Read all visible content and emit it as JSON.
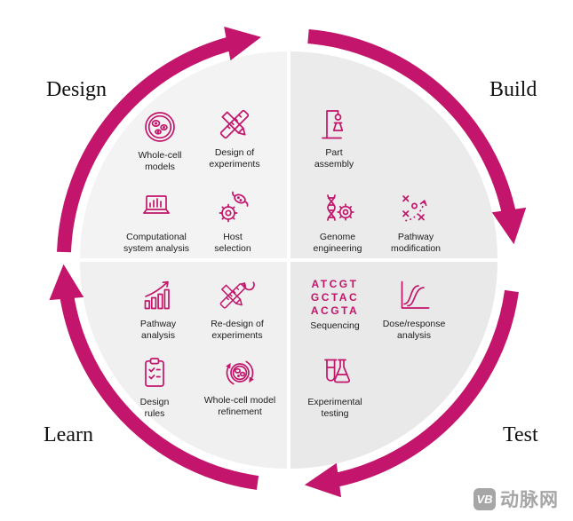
{
  "colors": {
    "accent": "#c2156b",
    "quad_tl": "#f3f3f3",
    "quad_tr": "#ebebeb",
    "quad_br": "#e9e9e9",
    "quad_bl": "#f0f0f0",
    "label_text": "#1c1c1c",
    "title_text": "#111111",
    "watermark": "#a6a6a6"
  },
  "quadrants": {
    "design": {
      "title": "Design",
      "items": [
        {
          "icon": "petri-dish-cells-icon",
          "label": "Whole-cell models"
        },
        {
          "icon": "pencil-ruler-icon",
          "label": "Design of experiments"
        },
        {
          "icon": "laptop-chart-icon",
          "label": "Computational system analysis"
        },
        {
          "icon": "gear-microbe-icon",
          "label": "Host selection"
        }
      ]
    },
    "build": {
      "title": "Build",
      "items": [
        {
          "icon": "lab-stand-icon",
          "label": "Part assembly"
        },
        {
          "icon": "dna-gear-icon",
          "label": "Genome engineering"
        },
        {
          "icon": "crossed-paths-arrow-icon",
          "label": "Pathway modification"
        }
      ]
    },
    "test": {
      "title": "Test",
      "items": [
        {
          "icon": "dna-letters-text",
          "label": "Sequencing",
          "lines": [
            "ATCGT",
            "GCTAC",
            "ACGTA"
          ]
        },
        {
          "icon": "sigmoid-curves-icon",
          "label": "Dose/response analysis"
        },
        {
          "icon": "test-tube-flask-icon",
          "label": "Experimental testing"
        }
      ]
    },
    "learn": {
      "title": "Learn",
      "items": [
        {
          "icon": "rising-bars-arrow-icon",
          "label": "Pathway analysis"
        },
        {
          "icon": "pencil-ruler-redo-icon",
          "label": "Re-design of experiments"
        },
        {
          "icon": "clipboard-checklist-icon",
          "label": "Design rules"
        },
        {
          "icon": "petri-dish-refresh-icon",
          "label": "Whole-cell model refinement"
        }
      ]
    }
  },
  "watermark": {
    "logo": "VB",
    "text": "动脉网"
  }
}
